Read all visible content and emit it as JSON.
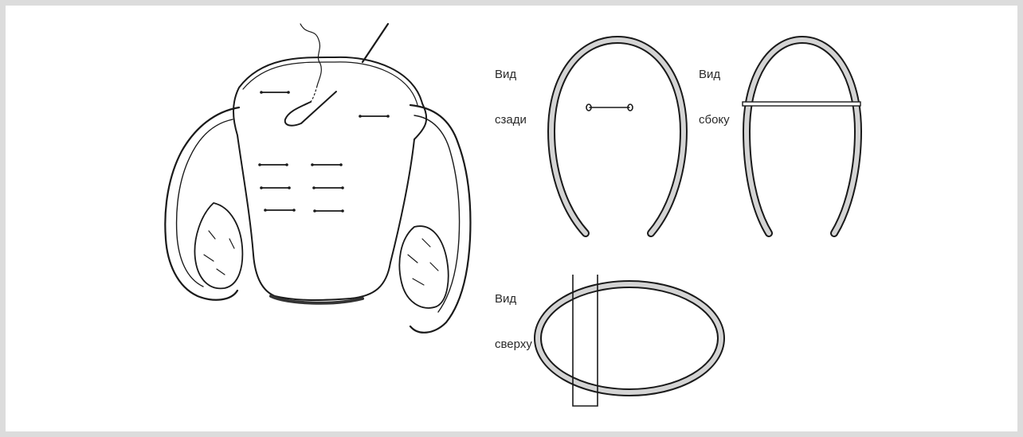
{
  "figure": {
    "labels": {
      "back_view": [
        "Вид",
        "сзади"
      ],
      "side_view": [
        "Вид",
        "сбоку"
      ],
      "top_view": [
        "Вид",
        "сверху"
      ]
    },
    "colors": {
      "frame": "#dcdcdc",
      "ink": "#1a1a1a",
      "ring_fill": "#d4d4d4"
    }
  }
}
